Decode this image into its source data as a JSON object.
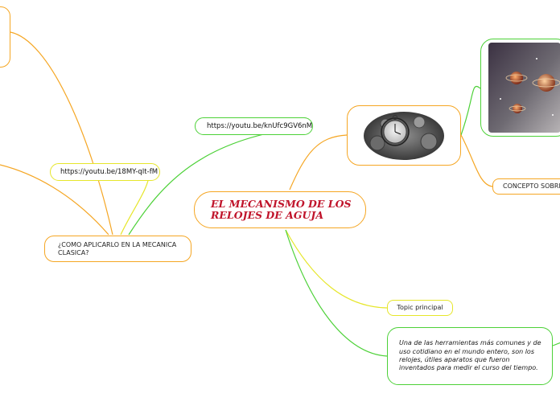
{
  "central": {
    "title": "EL MECANISMO DE LOS RELOJES DE AGUJA"
  },
  "nodes": {
    "concepto": "CONCEPTO SOBRE EL F",
    "topic": "Topic principal",
    "description": "Una de las herramientas más comunes y de uso cotidiano en el mundo entero, son los relojes, útiles aparatos que fueron inventados para medir el curso del tiempo.",
    "link2": "https://youtu.be/knUfc9GV6nM",
    "link1": "https://youtu.be/18MY-qIt-fM",
    "aplicar": "¿COMO APLICARLO EN LA MECANICA CLASICA?"
  },
  "images": {
    "clock": "pocket-watch-photo",
    "planets": "planets-illustration"
  },
  "colors": {
    "orange": "#f5a623",
    "green": "#4cd137",
    "yellow": "#e6e62a",
    "title_red": "#c0142b"
  }
}
